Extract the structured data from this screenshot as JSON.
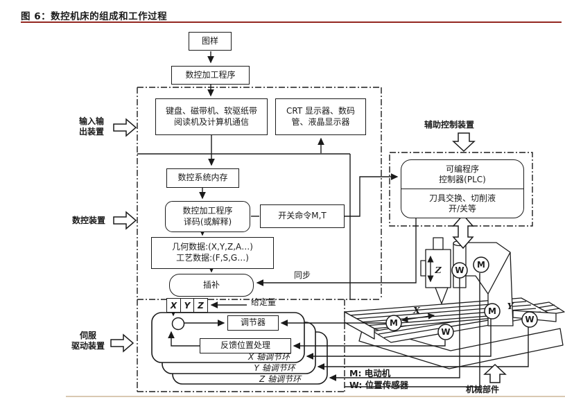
{
  "page": {
    "title": "图 6：数控机床的组成和工作过程",
    "accent_color": "#93261f",
    "footer_rule_color": "#d9c8b2"
  },
  "side_labels": {
    "io": [
      "输入输",
      "出装置"
    ],
    "nc": "数控装置",
    "servo": [
      "伺服",
      "驱动装置"
    ],
    "aux": "辅助控制装置",
    "mech": "机械部件"
  },
  "flow": {
    "drawing": "图样",
    "nc_program": "数控加工程序",
    "input_devices": [
      "键盘、磁带机、软驱纸带",
      "阅读机及计算机通信"
    ],
    "display_devices": [
      "CRT 显示器、数码",
      "管、液晶显示器"
    ],
    "memory": "数控系统内存",
    "decode": [
      "数控加工程序",
      "译码(或解释)"
    ],
    "switch_cmd": "开关命令M,T",
    "data_box": [
      "几何数据:(X,Y,Z,A…)",
      "工艺数据:(F,S,G…)"
    ],
    "interpolation": "插补",
    "sync": "同步",
    "setpoint": "给定量",
    "axes": [
      "X",
      "Y",
      "Z"
    ]
  },
  "servo": {
    "regulator": "调节器",
    "feedback": "反馈位置处理",
    "loops": [
      "X 轴调节环",
      "Y 轴调节环",
      "Z 轴调节环"
    ]
  },
  "plc": {
    "title": [
      "可编程序",
      "控制器(PLC)"
    ],
    "functions": [
      "刀具交换、切削液",
      "开/关等"
    ]
  },
  "machine": {
    "markers": [
      "W",
      "M",
      "M",
      "W",
      "M",
      "W"
    ],
    "axis_labels": {
      "x": "X",
      "y": "Y",
      "z": "Z"
    },
    "legend": [
      "M: 电动机",
      "W: 位置传感器"
    ]
  }
}
